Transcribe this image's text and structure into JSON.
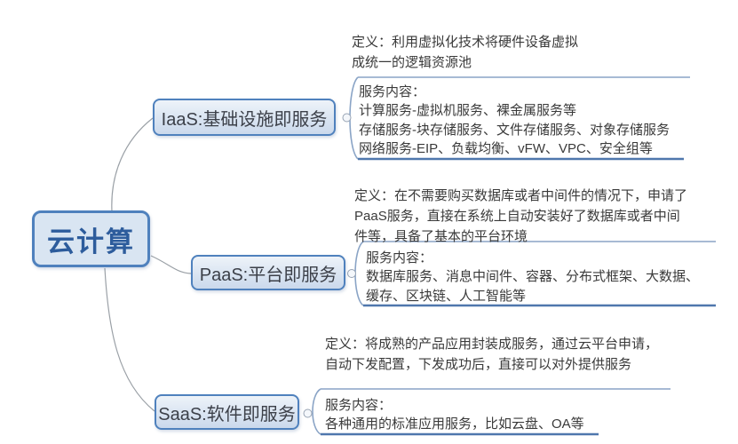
{
  "diagram_title": "云计算 IaaS/PaaS/SaaS 思维导图",
  "colors": {
    "node_border": "#4f81bd",
    "root_fill": "#d9e5f2",
    "root_text": "#2d5c9c",
    "branch_fill": "#dde7f3",
    "branch_text": "#3c4049",
    "body_text": "#3a3a3a",
    "underline_top": "#8aa4c6",
    "underline_bottom": "#4f77ad",
    "connector": "#9aa0a6",
    "background": "#ffffff"
  },
  "root": {
    "label": "云计算"
  },
  "branches": [
    {
      "label": "IaaS:基础设施即服务",
      "definition": [
        "定义：利用虚拟化技术将硬件设备虚拟",
        "成统一的逻辑资源池"
      ],
      "services_title": "服务内容：",
      "services": [
        "计算服务-虚拟机服务、裸金属服务等",
        "存储服务-块存储服务、文件存储服务、对象存储服务",
        "网络服务-EIP、负载均衡、vFW、VPC、安全组等"
      ]
    },
    {
      "label": "PaaS:平台即服务",
      "definition": [
        "定义：在不需要购买数据库或者中间件的情况下，申请了",
        "PaaS服务，直接在系统上自动安装好了数据库或者中间",
        "件等，具备了基本的平台环境"
      ],
      "services_title": "服务内容：",
      "services": [
        "数据库服务、消息中间件、容器、分布式框架、大数据、",
        "缓存、区块链、人工智能等"
      ]
    },
    {
      "label": "SaaS:软件即服务",
      "definition": [
        "定义：将成熟的产品应用封装成服务，通过云平台申请，",
        "自动下发配置，下发成功后，直接可以对外提供服务"
      ],
      "services_title": "服务内容：",
      "services": [
        "各种通用的标准应用服务，比如云盘、OA等"
      ]
    }
  ]
}
